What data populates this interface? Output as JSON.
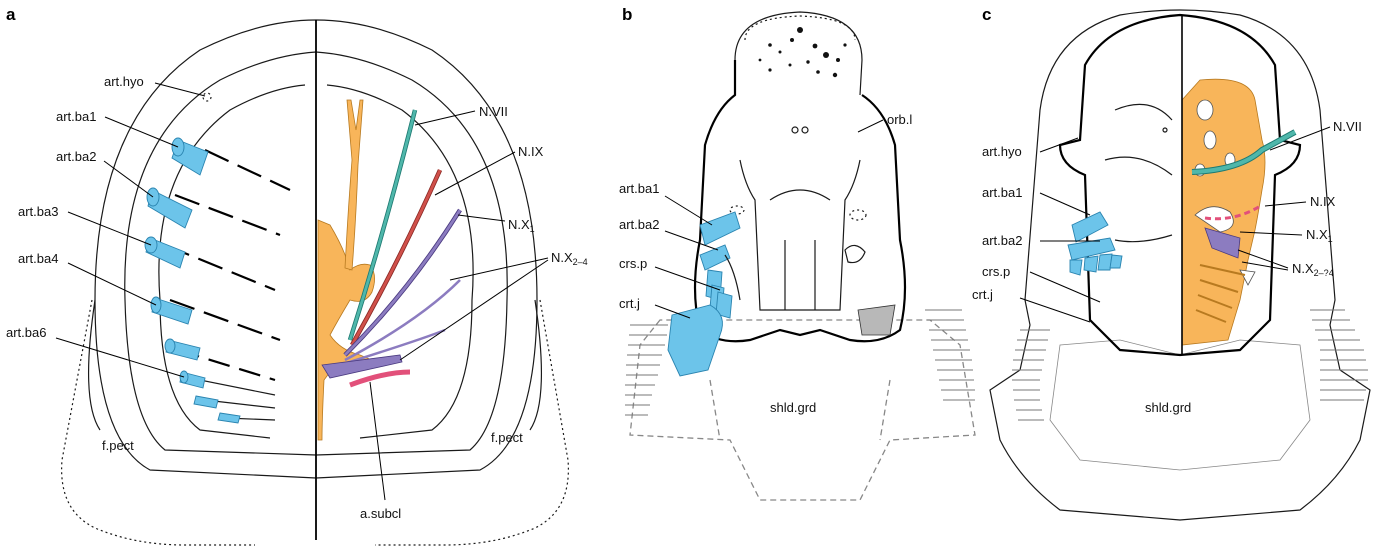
{
  "colors": {
    "artery": "#6cc4ea",
    "nerve_vii_ix_base": "#f8b55a",
    "n_vii": "#4fb7ab",
    "n_ix": "#d0504a",
    "n_x": "#8c7cc0",
    "a_subcl": "#e2507a"
  },
  "panel_a": {
    "letter": "a",
    "labels": {
      "art_hyo": "art.hyo",
      "art_ba1": "art.ba1",
      "art_ba2": "art.ba2",
      "art_ba3": "art.ba3",
      "art_ba4": "art.ba4",
      "art_ba6": "art.ba6",
      "f_pect_left": "f.pect",
      "f_pect_right": "f.pect",
      "a_subcl": "a.subcl",
      "n_vii": "N.VII",
      "n_ix": "N.IX",
      "n_x1_main": "N.X",
      "n_x1_sub": "1",
      "n_x24_main": "N.X",
      "n_x24_sub": "2–4"
    }
  },
  "panel_b": {
    "letter": "b",
    "labels": {
      "orb_l": "orb.l",
      "art_ba1": "art.ba1",
      "art_ba2": "art.ba2",
      "crs_p": "crs.p",
      "crt_j": "crt.j",
      "shld_grd": "shld.grd"
    }
  },
  "panel_c": {
    "letter": "c",
    "labels": {
      "n_vii": "N.VII",
      "art_hyo": "art.hyo",
      "n_ix": "N.IX",
      "art_ba1": "art.ba1",
      "art_ba2": "art.ba2",
      "n_x1_main": "N.X",
      "n_x1_sub": "1",
      "n_x24_main": "N.X",
      "n_x24_sub": "2–?4",
      "crs_p": "crs.p",
      "crt_j": "crt.j",
      "shld_grd": "shld.grd"
    }
  }
}
